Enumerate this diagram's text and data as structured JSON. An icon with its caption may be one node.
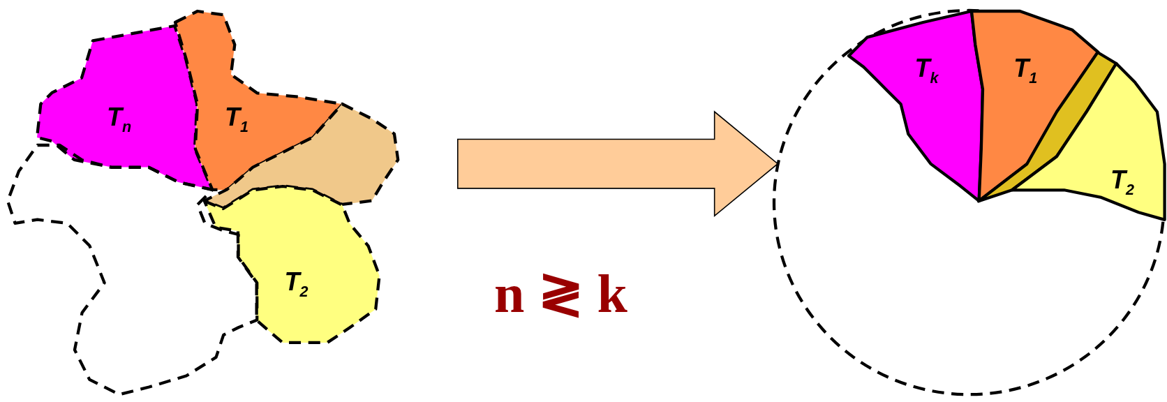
{
  "diagram": {
    "nodes": [
      {
        "text": [
          "T$_{n}$"
        ]
      },
      {
        "text": [
          "T$_{1}$"
        ]
      },
      {
        "text": [],
        "shape": "blob"
      },
      {
        "text": [
          "T$_{2}$"
        ]
      },
      {
        "text": [],
        "shape": "blob"
      },
      {
        "text": [],
        "shape": "circle"
      },
      {
        "text": [
          "T$_{k}$"
        ],
        "in": 5
      },
      {
        "text": [
          "T$_{1}$"
        ],
        "in": 5
      },
      {
        "text": [],
        "shape": "wedge",
        "in": 5
      },
      {
        "text": [
          "T$_{2}$"
        ],
        "in": 5
      }
    ],
    "edges": [
      {
        "from": null,
        "to": 5,
        "arrow": "to"
      }
    ],
    "labels": [
      "n ≷ k"
    ]
  }
}
